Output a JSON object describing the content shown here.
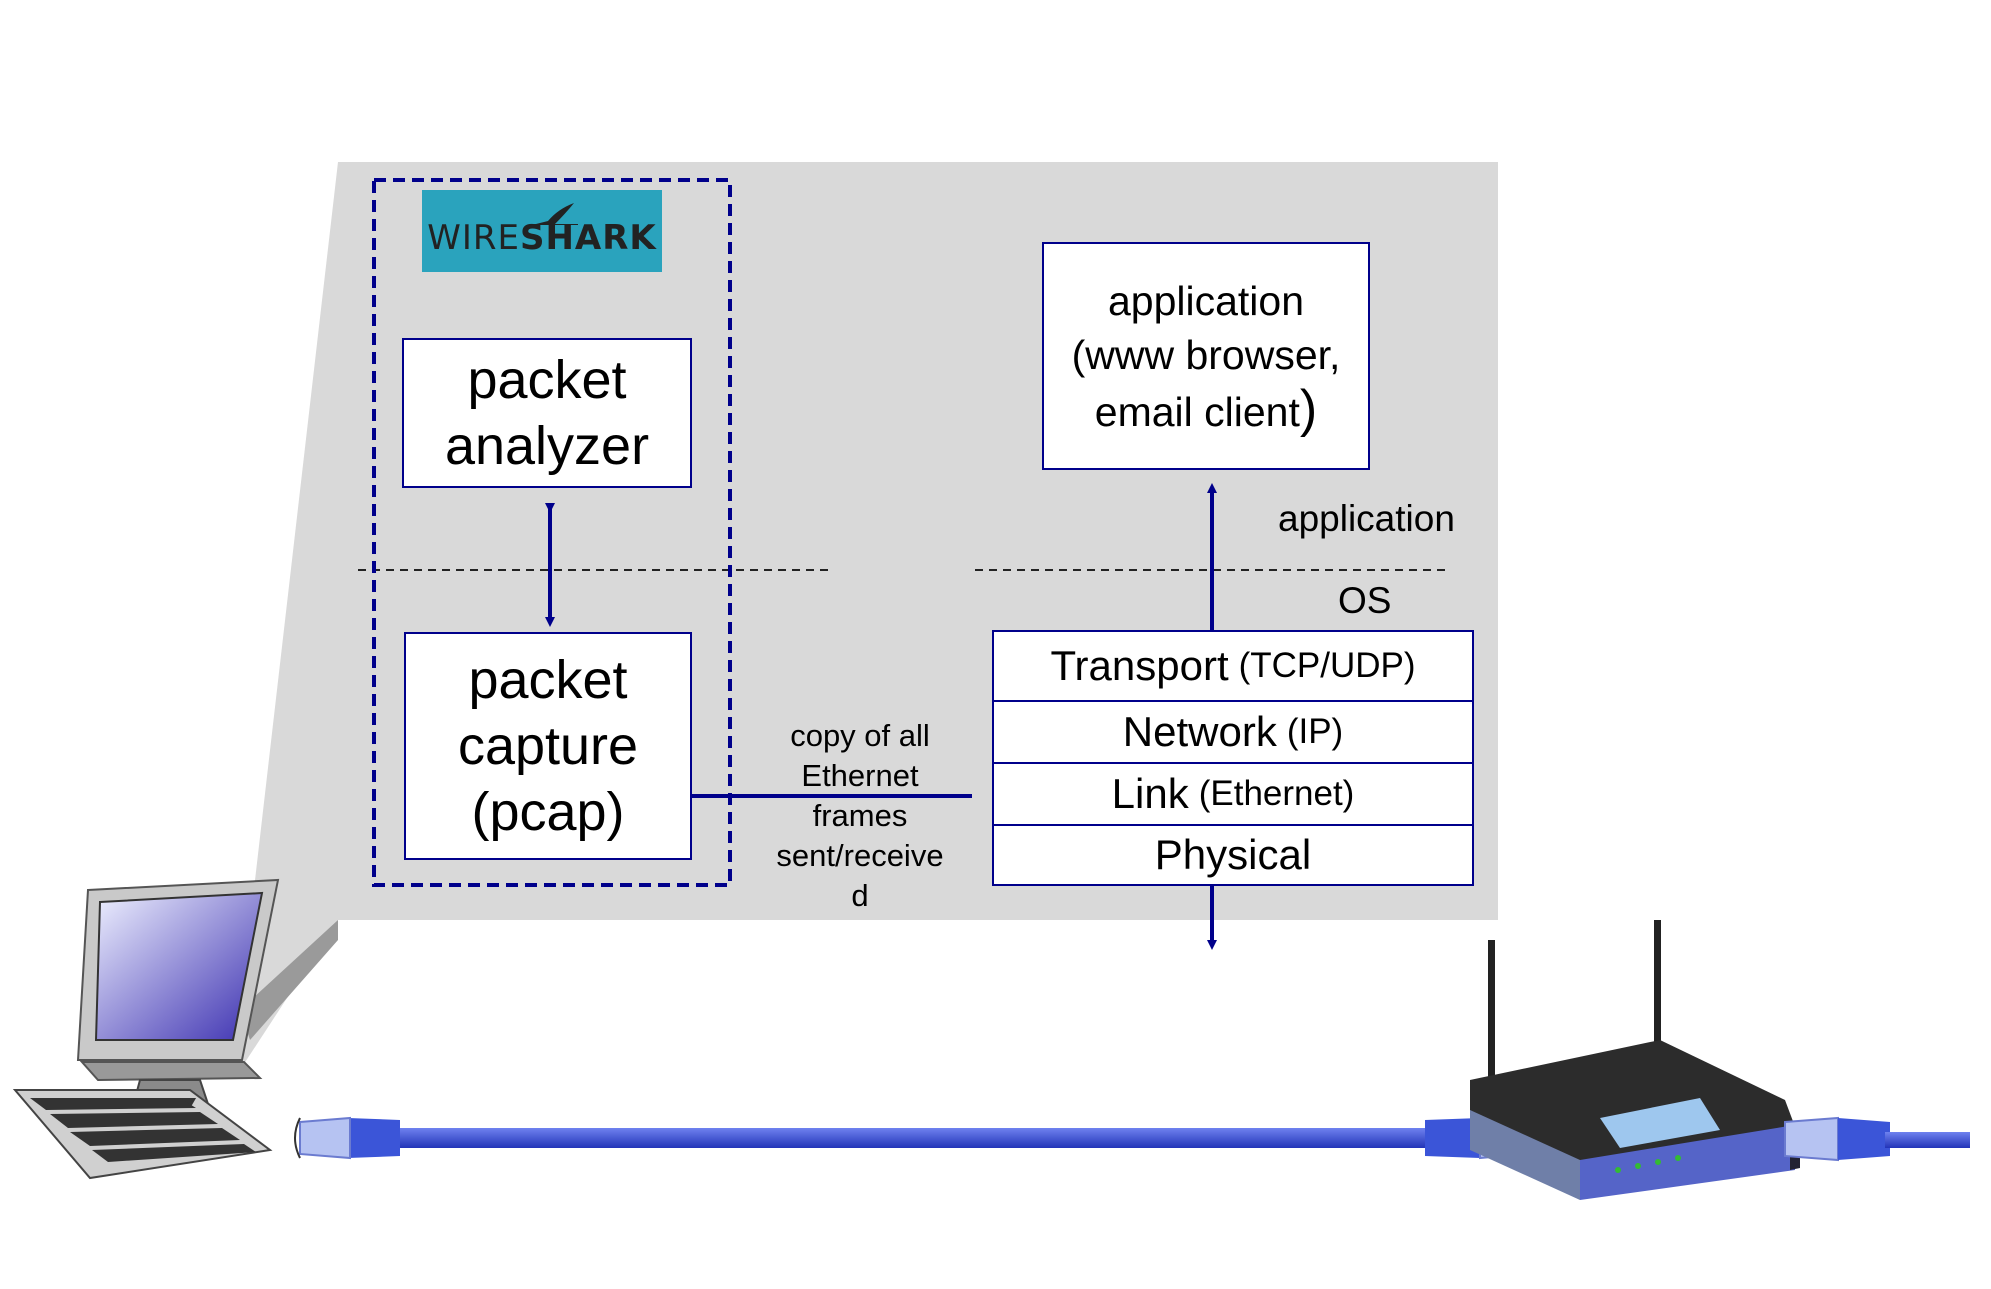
{
  "logo": {
    "text_light": "WIRE",
    "text_bold": "SHARK"
  },
  "wireshark_side": {
    "packet_analyzer": [
      "packet",
      "analyzer"
    ],
    "packet_capture": [
      "packet",
      "capture",
      "(pcap)"
    ]
  },
  "copy_label": [
    "copy of all",
    "Ethernet",
    "frames",
    "sent/receive",
    "d"
  ],
  "application_box": {
    "lines": [
      "application",
      "(www browser,",
      "email client"
    ],
    "close_paren": ")"
  },
  "layer_labels": {
    "application": "application",
    "os": "OS"
  },
  "stack": [
    {
      "name": "Transport",
      "paren": "(TCP/UDP)"
    },
    {
      "name": "Network",
      "paren": "(IP)"
    },
    {
      "name": "Link",
      "paren": "(Ethernet)"
    },
    {
      "name": "Physical",
      "paren": ""
    }
  ],
  "colors": {
    "panel": "#d9d9d9",
    "accent": "#00008b",
    "cable": "#3a4fd0",
    "logo_bg": "#2aa3bd"
  },
  "icons": [
    "computer-icon",
    "ethernet-cable-icon",
    "router-icon"
  ]
}
